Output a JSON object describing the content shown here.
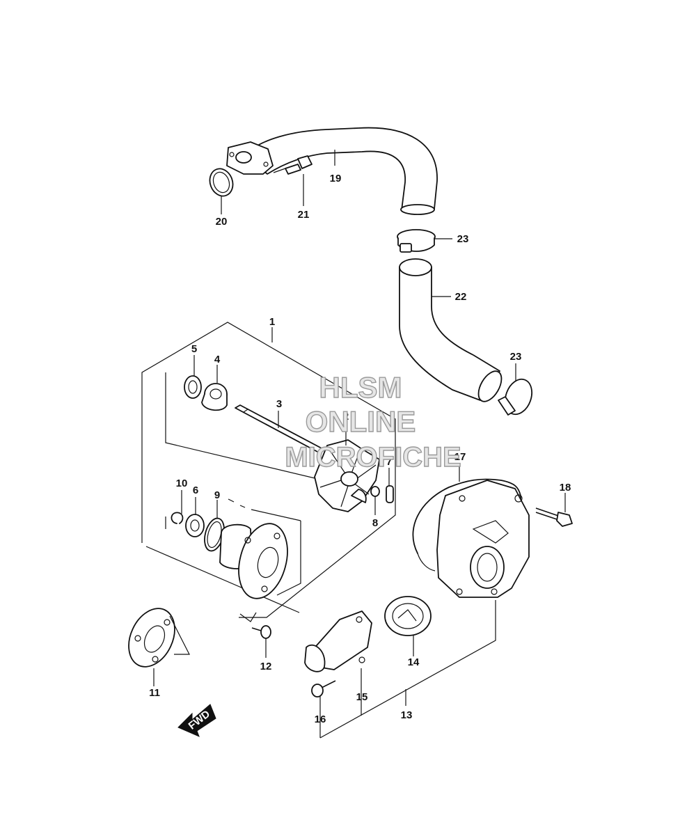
{
  "labels": {
    "p1": "1",
    "p2": "2",
    "p3": "3",
    "p4": "4",
    "p5": "5",
    "p6": "6",
    "p7": "7",
    "p8": "8",
    "p9": "9",
    "p10": "10",
    "p11": "11",
    "p12": "12",
    "p13": "13",
    "p14": "14",
    "p15": "15",
    "p16": "16",
    "p17": "17",
    "p18": "18",
    "p19": "19",
    "p20": "20",
    "p21": "21",
    "p22": "22",
    "p23a": "23",
    "p23b": "23"
  },
  "watermark": {
    "line1": "HLSM",
    "line2": "ONLINE",
    "line3": "MICROFICHE"
  },
  "fwd_label": "FWD"
}
